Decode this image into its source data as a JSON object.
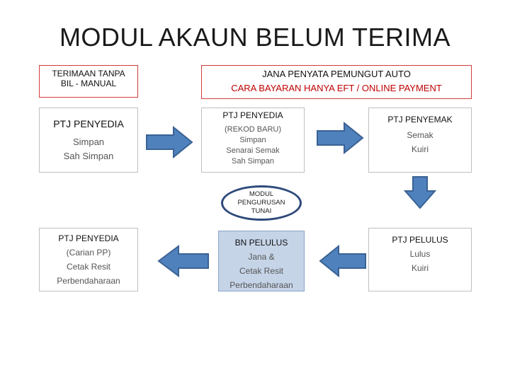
{
  "title": "MODUL AKAUN BELUM TERIMA",
  "manual_box": {
    "line1": "TERIMAAN TANPA",
    "line2": "BIL - MANUAL"
  },
  "auto_box": {
    "line1": "JANA PENYATA PEMUNGUT AUTO",
    "line2": "CARA BAYARAN HANYA EFT / ONLINE PAYMENT"
  },
  "ptj_penyedia_1": {
    "title": "PTJ PENYEDIA",
    "items": [
      "Simpan",
      "Sah Simpan"
    ]
  },
  "ptj_penyedia_2": {
    "title": "PTJ PENYEDIA",
    "items": [
      "(REKOD BARU)",
      "Simpan",
      "Senarai Semak",
      "Sah Simpan"
    ]
  },
  "ptj_penyemak": {
    "title": "PTJ PENYEMAK",
    "items": [
      "Semak",
      "Kuiri"
    ]
  },
  "modul_pengurusan": {
    "lines": [
      "MODUL",
      "PENGURUSAN",
      "TUNAI"
    ]
  },
  "ptj_penyedia_3": {
    "title": "PTJ PENYEDIA",
    "items": [
      "(Carian PP)",
      "Cetak Resit",
      "Perbendaharaan"
    ]
  },
  "bn_pelulus": {
    "title": "BN PELULUS",
    "items": [
      "Jana &",
      "Cetak Resit",
      "Perbendaharaan"
    ]
  },
  "ptj_pelulus": {
    "title": "PTJ PELULUS",
    "items": [
      "Lulus",
      "Kuiri"
    ]
  },
  "colors": {
    "arrow_fill": "#4f81bd",
    "arrow_stroke": "#3a6294",
    "accent_red": "#c00000",
    "bn_fill": "#c6d4e8"
  }
}
